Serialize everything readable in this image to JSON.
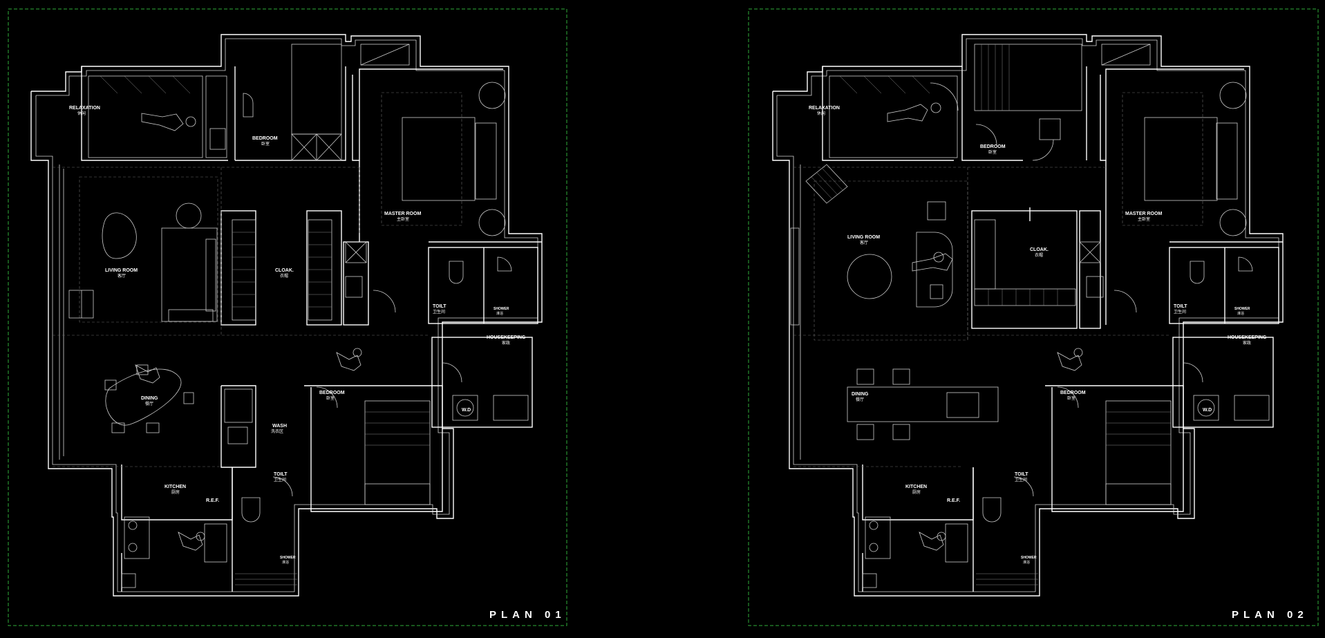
{
  "colors": {
    "background": "#000000",
    "frame": "#2fae3a",
    "line": "#ffffff"
  },
  "plans": [
    {
      "title": "PLAN 01",
      "rooms": {
        "relaxation": {
          "en": "RELAXATION",
          "zh": "休闲"
        },
        "bedroom_top": {
          "en": "BEDROOM",
          "zh": "卧室"
        },
        "master": {
          "en": "MASTER ROOM",
          "zh": "主卧室"
        },
        "living": {
          "en": "LIVING ROOM",
          "zh": "客厅"
        },
        "cloak": {
          "en": "CLOAK.",
          "zh": "衣帽"
        },
        "toilet_top": {
          "en": "TOILT",
          "zh": "卫生间"
        },
        "shower": {
          "en": "SHOWER",
          "zh": "淋浴"
        },
        "housekeeping": {
          "en": "HOUSEKEEPING",
          "zh": "家政"
        },
        "dining": {
          "en": "DINING",
          "zh": "餐厅"
        },
        "wash": {
          "en": "WASH",
          "zh": "洗衣区"
        },
        "bedroom_bottom": {
          "en": "BEDROOM",
          "zh": "卧室"
        },
        "wd": {
          "en": "W.D",
          "zh": ""
        },
        "kitchen": {
          "en": "KITCHEN",
          "zh": "厨房"
        },
        "ref": {
          "en": "R.E.F.",
          "zh": ""
        },
        "toilet_bottom": {
          "en": "TOILT",
          "zh": "卫生间"
        },
        "shower_bottom": {
          "en": "SHOWER",
          "zh": "淋浴"
        }
      }
    },
    {
      "title": "PLAN 02",
      "rooms": {
        "relaxation": {
          "en": "RELAXATION",
          "zh": "休闲"
        },
        "bedroom_top": {
          "en": "BEDROOM",
          "zh": "卧室"
        },
        "master": {
          "en": "MASTER ROOM",
          "zh": "主卧室"
        },
        "living": {
          "en": "LIVING ROOM",
          "zh": "客厅"
        },
        "cloak": {
          "en": "CLOAK.",
          "zh": "衣帽"
        },
        "toilet_top": {
          "en": "TOILT",
          "zh": "卫生间"
        },
        "shower": {
          "en": "SHOWER",
          "zh": "淋浴"
        },
        "housekeeping": {
          "en": "HOUSEKEEPING",
          "zh": "家政"
        },
        "dining": {
          "en": "DINING",
          "zh": "餐厅"
        },
        "bedroom_bottom": {
          "en": "BEDROOM",
          "zh": "卧室"
        },
        "wd": {
          "en": "W.D",
          "zh": ""
        },
        "kitchen": {
          "en": "KITCHEN",
          "zh": "厨房"
        },
        "ref": {
          "en": "R.E.F.",
          "zh": ""
        },
        "toilet_bottom": {
          "en": "TOILT",
          "zh": "卫生间"
        },
        "shower_bottom": {
          "en": "SHOWER",
          "zh": "淋浴"
        }
      }
    }
  ]
}
